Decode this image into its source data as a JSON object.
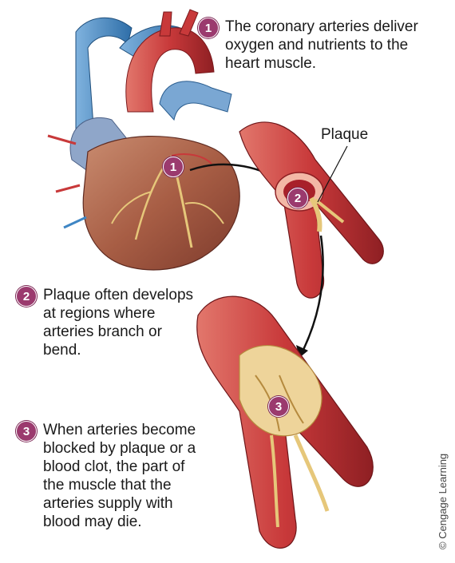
{
  "steps": [
    {
      "number": "1",
      "text": "The coronary arteries deliver oxygen and nutrients to the heart muscle."
    },
    {
      "number": "2",
      "text": "Plaque often develops at regions where arteries branch or bend."
    },
    {
      "number": "3",
      "text": "When arteries become blocked by plaque or a blood clot, the part of the muscle that the arteries supply with blood may die."
    }
  ],
  "markers": {
    "heart": "1",
    "artery_branch": "2",
    "blocked_artery": "3"
  },
  "plaque_label": "Plaque",
  "credit": "© Cengage Learning",
  "colors": {
    "badge": "#9b3a6e",
    "artery_red": "#c8393a",
    "vein_blue": "#3f86c4",
    "heart_muscle": "#b66a4f",
    "plaque_yellow": "#e6c77a"
  }
}
